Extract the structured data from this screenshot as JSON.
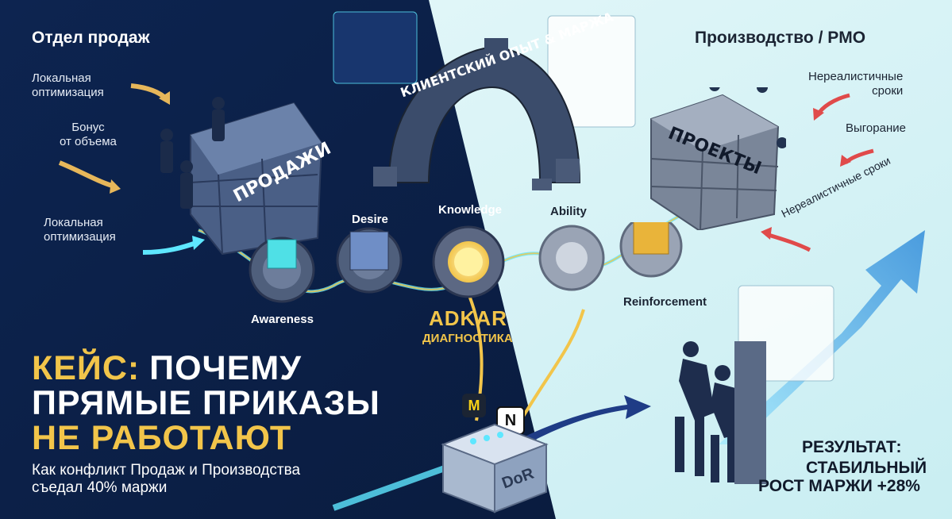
{
  "left_section": {
    "title": "Отдел продаж",
    "arrow_labels": [
      {
        "lines": [
          "Локальная",
          "оптимизация"
        ]
      },
      {
        "lines": [
          "Бонус",
          "от объема"
        ]
      },
      {
        "lines": [
          "Локальная",
          "оптимизация"
        ]
      }
    ],
    "wall_label": "ПРОДАЖИ"
  },
  "right_section": {
    "title": "Производство / PMO",
    "arrow_labels": [
      {
        "lines": [
          "Нереалистичные",
          "сроки"
        ]
      },
      {
        "lines": [
          "Выгорание"
        ]
      },
      {
        "lines": [
          "Нереалистичные сроки"
        ]
      }
    ],
    "wall_label": "ПРОЕКТЫ"
  },
  "bridge_label": "КЛИЕНТСКИЙ ОПЫТ & МАРЖА",
  "adkar": {
    "stages": [
      "Awareness",
      "Desire",
      "Knowledge",
      "Ability",
      "Reinforcement"
    ],
    "title": "ADKAR",
    "subtitle": "ДИАГНОСТИКА"
  },
  "headline": {
    "line1_prefix": "КЕЙС:",
    "line1_rest": "ПОЧЕМУ",
    "line2": "ПРЯМЫЕ ПРИКАЗЫ",
    "line3": "НЕ РАБОТАЮТ",
    "subtitle_line1": "Как конфликт Продаж и Производства",
    "subtitle_line2": "съедал 40% маржи"
  },
  "dor_label": "DoR",
  "tool_icons": [
    {
      "name": "miro-icon",
      "glyph": "M",
      "color": "#f7d117"
    },
    {
      "name": "notion-icon",
      "glyph": "N",
      "color": "#ffffff"
    }
  ],
  "result": {
    "line1": "РЕЗУЛЬТАТ:",
    "line2": "СТАБИЛЬНЫЙ",
    "line3": "РОСТ МАРЖИ +28%"
  },
  "colors": {
    "left_bg": "#0f2a57",
    "right_bg": "#d6f3f7",
    "accent_yellow": "#f2c54a",
    "arrow_gold": "#e7b75a",
    "arrow_red": "#e04a4a",
    "glow": "#5ee7ff"
  }
}
